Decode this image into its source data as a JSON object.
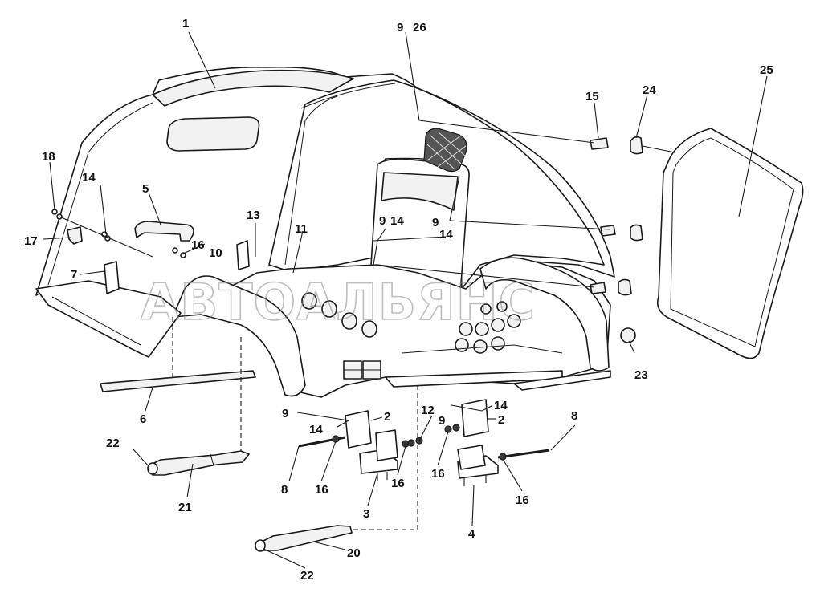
{
  "watermark": "АВТОАЛЬЯНС",
  "callouts": [
    {
      "id": "c1",
      "text": "1"
    },
    {
      "id": "c9a",
      "text": "9"
    },
    {
      "id": "c26",
      "text": "26"
    },
    {
      "id": "c25",
      "text": "25"
    },
    {
      "id": "c15",
      "text": "15"
    },
    {
      "id": "c24",
      "text": "24"
    },
    {
      "id": "c18",
      "text": "18"
    },
    {
      "id": "c14a",
      "text": "14"
    },
    {
      "id": "c5",
      "text": "5"
    },
    {
      "id": "c13",
      "text": "13"
    },
    {
      "id": "c11",
      "text": "11"
    },
    {
      "id": "c9b",
      "text": "9"
    },
    {
      "id": "c14b",
      "text": "14"
    },
    {
      "id": "c9c",
      "text": "9"
    },
    {
      "id": "c14c",
      "text": "14"
    },
    {
      "id": "c17",
      "text": "17"
    },
    {
      "id": "c16a",
      "text": "16"
    },
    {
      "id": "c10",
      "text": "10"
    },
    {
      "id": "c7",
      "text": "7"
    },
    {
      "id": "c23",
      "text": "23"
    },
    {
      "id": "c6",
      "text": "6"
    },
    {
      "id": "c9d",
      "text": "9"
    },
    {
      "id": "c14d",
      "text": "14"
    },
    {
      "id": "c2a",
      "text": "2"
    },
    {
      "id": "c12",
      "text": "12"
    },
    {
      "id": "c9e",
      "text": "9"
    },
    {
      "id": "c14e",
      "text": "14"
    },
    {
      "id": "c2b",
      "text": "2"
    },
    {
      "id": "c8a",
      "text": "8"
    },
    {
      "id": "c22a",
      "text": "22"
    },
    {
      "id": "c8b",
      "text": "8"
    },
    {
      "id": "c16b",
      "text": "16"
    },
    {
      "id": "c16c",
      "text": "16"
    },
    {
      "id": "c16d",
      "text": "16"
    },
    {
      "id": "c16e",
      "text": "16"
    },
    {
      "id": "c21",
      "text": "21"
    },
    {
      "id": "c3",
      "text": "3"
    },
    {
      "id": "c4",
      "text": "4"
    },
    {
      "id": "c20",
      "text": "20"
    },
    {
      "id": "c22b",
      "text": "22"
    }
  ]
}
